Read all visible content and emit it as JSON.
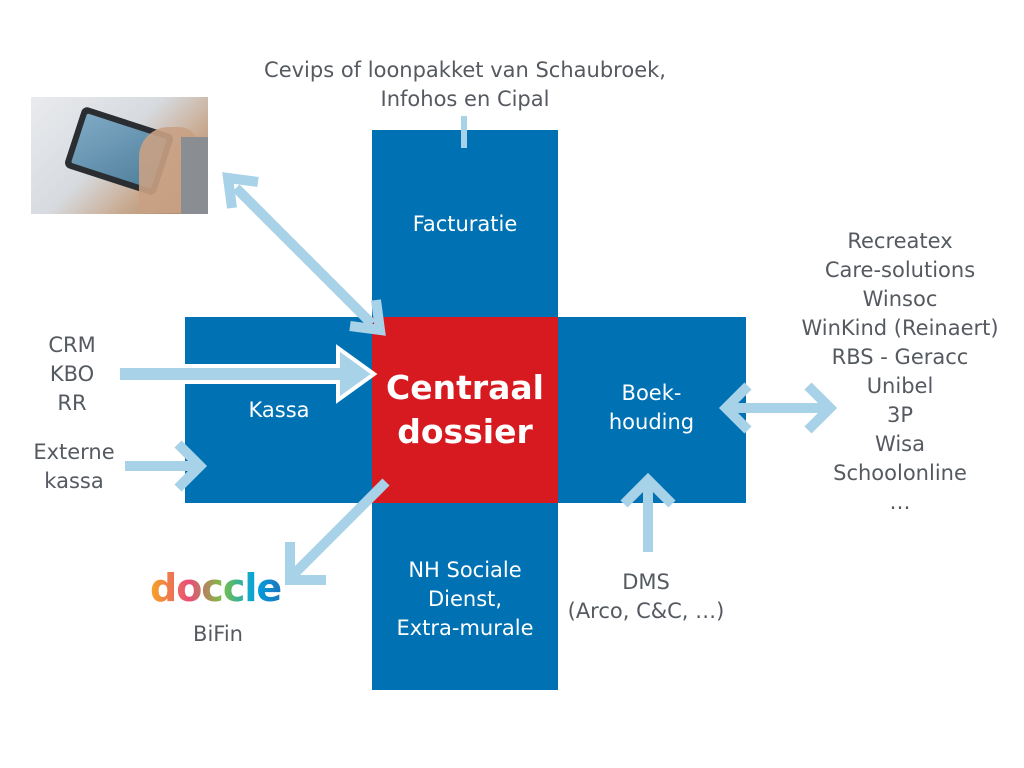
{
  "colors": {
    "blue": "#0071b3",
    "red": "#d71920",
    "arrow": "#a8d2e8",
    "text": "#555a60"
  },
  "top_text": "Cevips of loonpakket van Schaubroek,\nInfohos en Cipal",
  "blocks": {
    "facturatie": "Facturatie",
    "kassa": "Kassa",
    "central": "Centraal\ndossier",
    "boekhouding": "Boek-\nhouding",
    "sociale": "NH Sociale\nDienst,\nExtra-murale"
  },
  "left_inputs": "CRM\nKBO\nRR",
  "externe_kassa": "Externe\nkassa",
  "doccle_logo": "doccle",
  "bifin": "BiFin",
  "dms": "DMS\n(Arco, C&C, …)",
  "accounting_list": [
    "Recreatex",
    "Care-solutions",
    "Winsoc",
    "WinKind (Reinaert)",
    "RBS - Geracc",
    "Unibel",
    "3P",
    "Wisa",
    "Schoolonline",
    "…"
  ],
  "icons": {
    "tablet": "tablet-photo-icon",
    "doccle": "doccle-logo-icon"
  }
}
